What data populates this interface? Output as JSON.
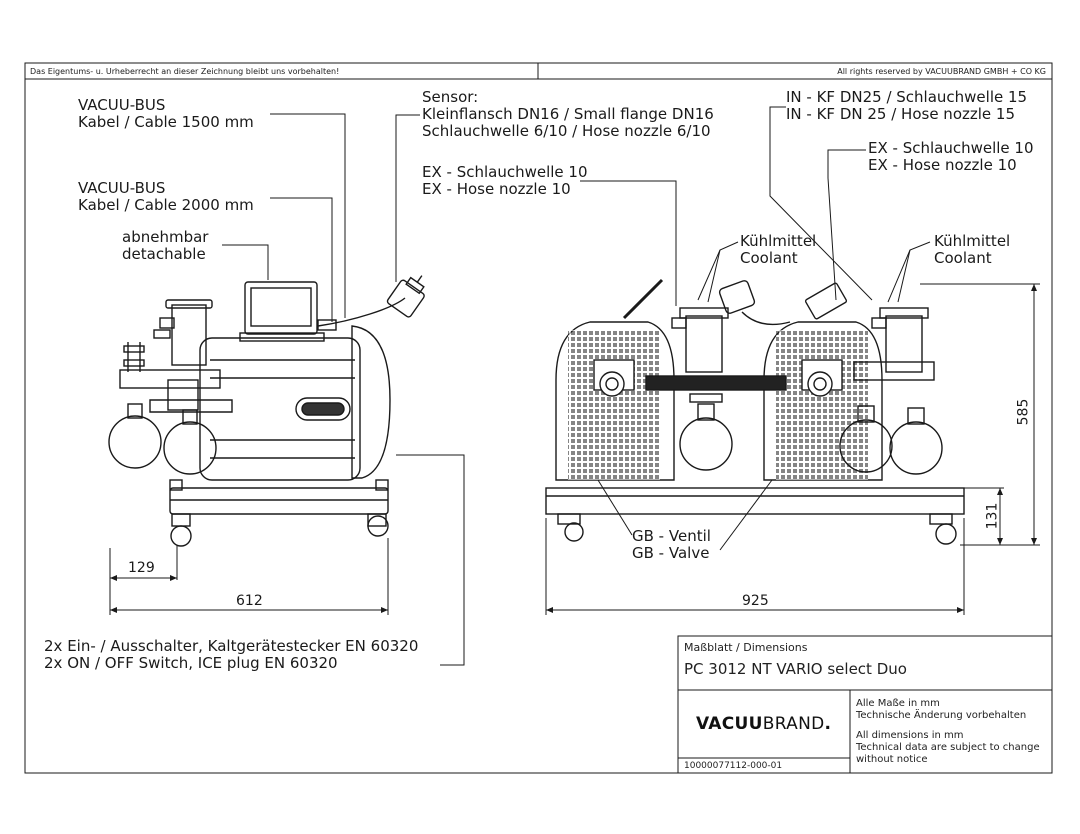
{
  "header": {
    "left_notice": "Das Eigentums- u. Urheberrecht an dieser Zeichnung bleibt uns vorbehalten!",
    "right_notice": "All rights reserved by VACUUBRAND GMBH + CO KG"
  },
  "callouts": {
    "bus_cable_1500": [
      "VACUU-BUS",
      "Kabel / Cable 1500 mm"
    ],
    "bus_cable_2000": [
      "VACUU-BUS",
      "Kabel / Cable 2000 mm"
    ],
    "detachable": [
      "abnehmbar",
      "detachable"
    ],
    "sensor": [
      "Sensor:",
      "Kleinflansch DN16 / Small flange DN16",
      "Schlauchwelle 6/10 / Hose nozzle 6/10"
    ],
    "ex_left": [
      "EX - Schlauchwelle 10",
      "EX - Hose nozzle 10"
    ],
    "in_right": [
      "IN - KF DN25 / Schlauchwelle 15",
      "IN - KF DN 25 / Hose nozzle 15"
    ],
    "ex_right": [
      "EX - Schlauchwelle 10",
      "EX - Hose nozzle 10"
    ],
    "coolant_left": [
      "Kühlmittel",
      "Coolant"
    ],
    "coolant_right": [
      "Kühlmittel",
      "Coolant"
    ],
    "gb_valve": [
      "GB - Ventil",
      "GB - Valve"
    ],
    "switch": [
      "2x Ein- / Ausschalter, Kaltgerätestecker EN 60320",
      "2x ON / OFF Switch, ICE plug EN 60320"
    ]
  },
  "dimensions": {
    "d129": "129",
    "d612": "612",
    "d925": "925",
    "d585": "585",
    "d131": "131"
  },
  "titleblock": {
    "sheet_type": "Maßblatt / Dimensions",
    "product": "PC 3012 NT VARIO select Duo",
    "logo_bold": "VACUU",
    "logo_thin": "BRAND",
    "notes_de": [
      "Alle Maße in mm",
      "Technische Änderung vorbehalten"
    ],
    "notes_en": [
      "All dimensions in mm",
      "Technical data are subject to change",
      "without notice"
    ],
    "drawing_number": "10000077112-000-01"
  },
  "colors": {
    "line": "#1a1a1a",
    "background": "#ffffff"
  }
}
